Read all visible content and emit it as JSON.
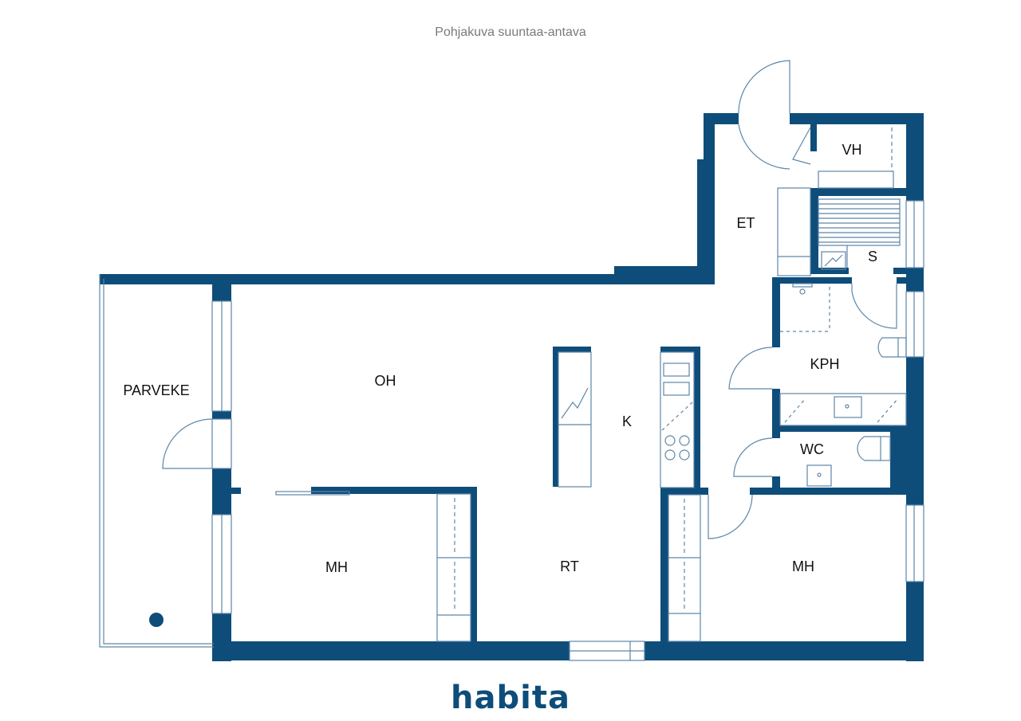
{
  "caption": "Pohjakuva suuntaa-antava",
  "logo": "habita",
  "colors": {
    "wall": "#0e4d7a",
    "fixture": "#5d86a8",
    "text": "#111111",
    "caption": "#7a7a7a"
  },
  "rooms": [
    {
      "id": "parveke",
      "label": "PARVEKE"
    },
    {
      "id": "oh",
      "label": "OH"
    },
    {
      "id": "k",
      "label": "K"
    },
    {
      "id": "et",
      "label": "ET"
    },
    {
      "id": "vh",
      "label": "VH"
    },
    {
      "id": "s",
      "label": "S"
    },
    {
      "id": "kph",
      "label": "KPH"
    },
    {
      "id": "wc",
      "label": "WC"
    },
    {
      "id": "mh1",
      "label": "MH"
    },
    {
      "id": "rt",
      "label": "RT"
    },
    {
      "id": "mh2",
      "label": "MH"
    }
  ]
}
